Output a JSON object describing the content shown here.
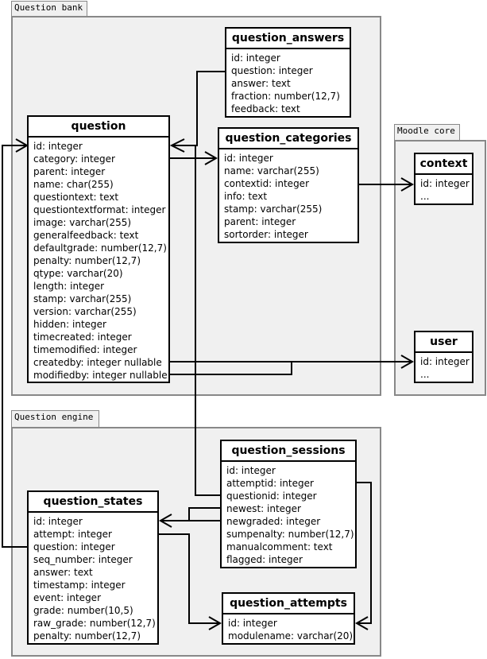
{
  "packages": {
    "question_bank": "Question bank",
    "moodle_core": "Moodle core",
    "question_engine": "Question engine"
  },
  "tables": {
    "question": {
      "title": "question",
      "fields": [
        "id: integer",
        "category: integer",
        "parent: integer",
        "name: char(255)",
        "questiontext: text",
        "questiontextformat: integer",
        "image: varchar(255)",
        "generalfeedback: text",
        "defaultgrade: number(12,7)",
        "penalty: number(12,7)",
        "qtype: varchar(20)",
        "length: integer",
        "stamp: varchar(255)",
        "version: varchar(255)",
        "hidden: integer",
        "timecreated: integer",
        "timemodified: integer",
        "createdby: integer nullable",
        "modifiedby: integer nullable"
      ]
    },
    "question_answers": {
      "title": "question_answers",
      "fields": [
        "id: integer",
        "question: integer",
        "answer: text",
        "fraction: number(12,7)",
        "feedback: text"
      ]
    },
    "question_categories": {
      "title": "question_categories",
      "fields": [
        "id: integer",
        "name: varchar(255)",
        "contextid: integer",
        "info: text",
        "stamp: varchar(255)",
        "parent: integer",
        "sortorder: integer"
      ]
    },
    "context": {
      "title": "context",
      "fields": [
        "id: integer",
        "..."
      ]
    },
    "user": {
      "title": "user",
      "fields": [
        "id: integer",
        "..."
      ]
    },
    "question_sessions": {
      "title": "question_sessions",
      "fields": [
        "id: integer",
        "attemptid: integer",
        "questionid: integer",
        "newest: integer",
        "newgraded: integer",
        "sumpenalty: number(12,7)",
        "manualcomment: text",
        "flagged: integer"
      ]
    },
    "question_states": {
      "title": "question_states",
      "fields": [
        "id: integer",
        "attempt: integer",
        "question: integer",
        "seq_number: integer",
        "answer: text",
        "timestamp: integer",
        "event: integer",
        "grade: number(10,5)",
        "raw_grade: number(12,7)",
        "penalty: number(12,7)"
      ]
    },
    "question_attempts": {
      "title": "question_attempts",
      "fields": [
        "id: integer",
        "modulename: varchar(20)"
      ]
    }
  }
}
